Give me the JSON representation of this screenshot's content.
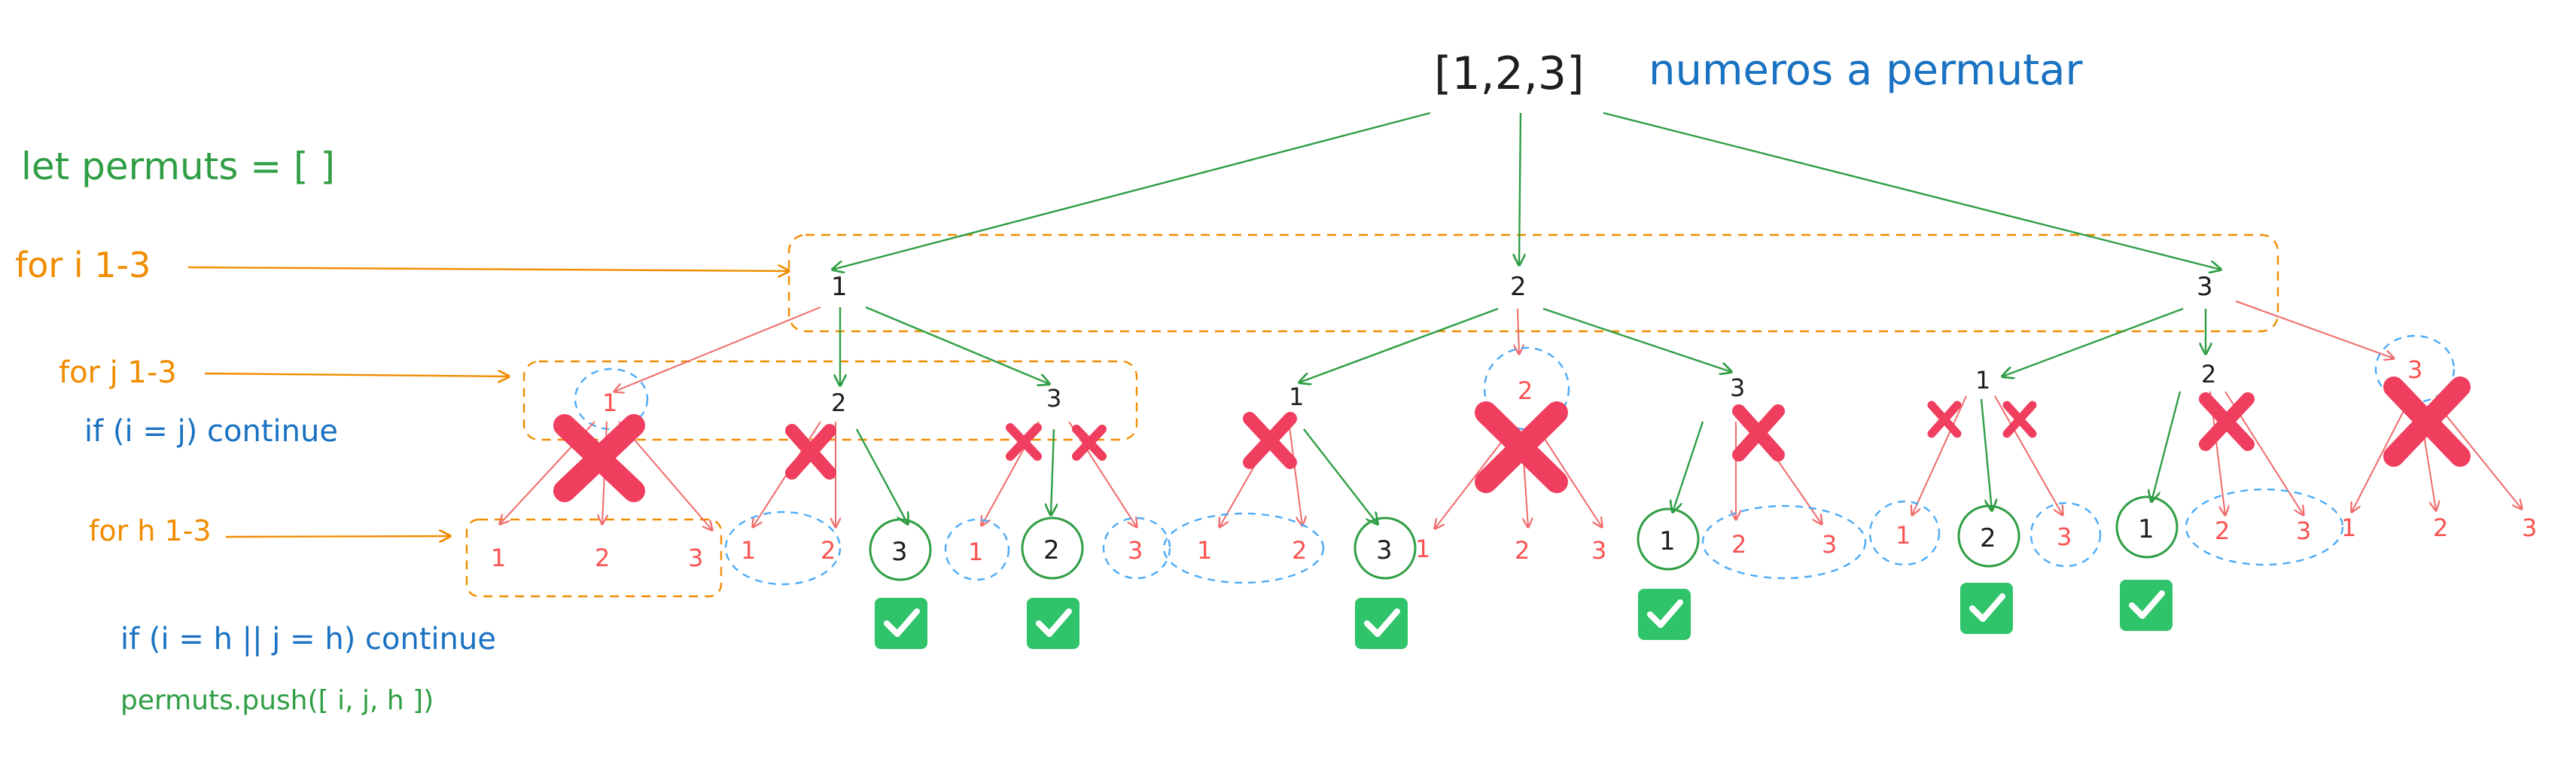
{
  "title": {
    "array": "[1,2,3]",
    "caption": "numeros a permutar"
  },
  "code": {
    "init": "let permuts = [ ]",
    "loop_i": "for i 1-3",
    "loop_j": "for j 1-3",
    "cond_ij": "if (i = j) continue",
    "loop_h": "for h 1-3",
    "cond_h": "if (i = h || j = h) continue",
    "push": "permuts.push([ i, j, h ])"
  },
  "tree": {
    "level1": [
      "1",
      "2",
      "3"
    ],
    "level2": [
      [
        "1",
        "2",
        "3"
      ],
      [
        "1",
        "2",
        "3"
      ],
      [
        "1",
        "2",
        "3"
      ]
    ],
    "level3_labels": [
      "1",
      "2",
      "3"
    ],
    "valid_results": [
      "3",
      "2",
      "3",
      "1",
      "2",
      "1"
    ]
  },
  "colors": {
    "green": "#2f9e44",
    "orange": "#f08c00",
    "blue": "#1971c2",
    "lightblue": "#4dabf7",
    "red": "#e03131",
    "pink": "#fa5252",
    "cross": "#f03e5f",
    "check": "#2fc36a",
    "black": "#1e1e1e"
  },
  "icons": {
    "cross": "cross-icon",
    "check": "check-icon"
  }
}
